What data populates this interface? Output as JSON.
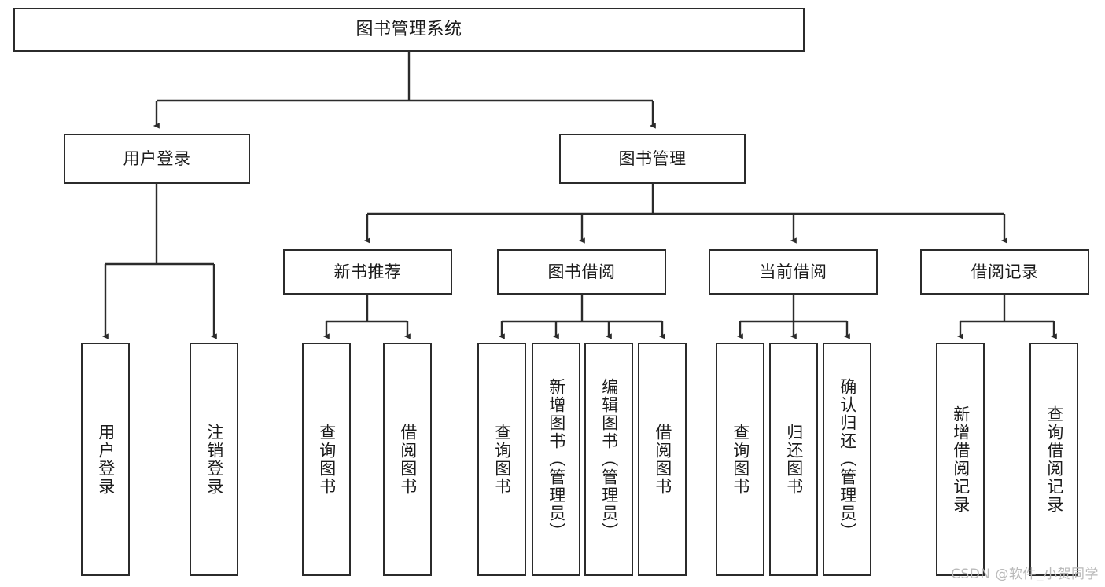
{
  "diagram": {
    "title": "图书管理系统",
    "type": "tree-hierarchy",
    "colors": {
      "box_border": "#2b2b2b",
      "line": "#2b2b2b",
      "text": "#1b1b1b",
      "background": "#ffffff",
      "watermark": "#b9b9b9"
    }
  },
  "root": {
    "label": "图书管理系统"
  },
  "level1": [
    {
      "label": "用户登录"
    },
    {
      "label": "图书管理"
    }
  ],
  "level2": [
    {
      "label": "新书推荐"
    },
    {
      "label": "图书借阅"
    },
    {
      "label": "当前借阅"
    },
    {
      "label": "借阅记录"
    }
  ],
  "leaves": {
    "user_login": [
      {
        "label": "用户登录"
      },
      {
        "label": "注销登录"
      }
    ],
    "new_book_recommend": [
      {
        "label": "查询图书"
      },
      {
        "label": "借阅图书"
      }
    ],
    "book_borrow": [
      {
        "label": "查询图书"
      },
      {
        "label": "新增图书（管理员）"
      },
      {
        "label": "编辑图书（管理员）"
      },
      {
        "label": "借阅图书"
      }
    ],
    "current_borrow": [
      {
        "label": "查询图书"
      },
      {
        "label": "归还图书"
      },
      {
        "label": "确认归还（管理员）"
      }
    ],
    "borrow_record": [
      {
        "label": "新增借阅记录"
      },
      {
        "label": "查询借阅记录"
      }
    ]
  },
  "watermark": {
    "text": "CSDN @软件_小贺同学"
  }
}
